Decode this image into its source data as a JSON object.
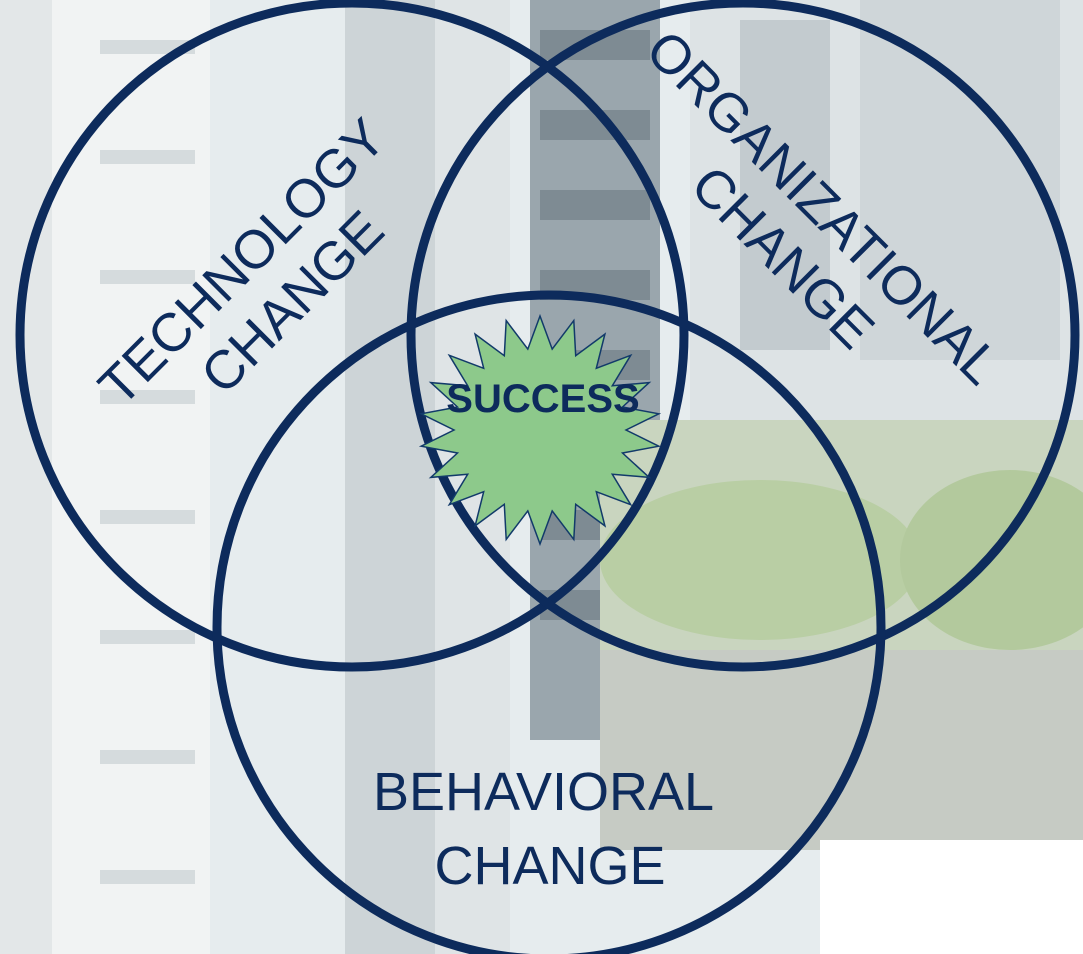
{
  "diagram": {
    "circles": [
      {
        "name": "technology",
        "lines": [
          "TECHNOLOGY",
          "CHANGE"
        ]
      },
      {
        "name": "organizational",
        "lines": [
          "ORGANIZATIONAL",
          "CHANGE"
        ]
      },
      {
        "name": "behavioral",
        "lines": [
          "BEHAVIORAL",
          "CHANGE"
        ]
      }
    ],
    "center_label": "SUCCESS"
  },
  "colors": {
    "circle_stroke": "#0d2b5c",
    "label_text": "#0d2b5c",
    "starburst_fill": "#8dc98b",
    "starburst_stroke": "#123a6a",
    "photo_sky": "#dfe7ea",
    "building_light": "#eef1f2",
    "building_mid": "#c8d0d4",
    "building_dark": "#8f9aa1",
    "trees": "#b7cda2",
    "ground": "#cfd6c9"
  }
}
